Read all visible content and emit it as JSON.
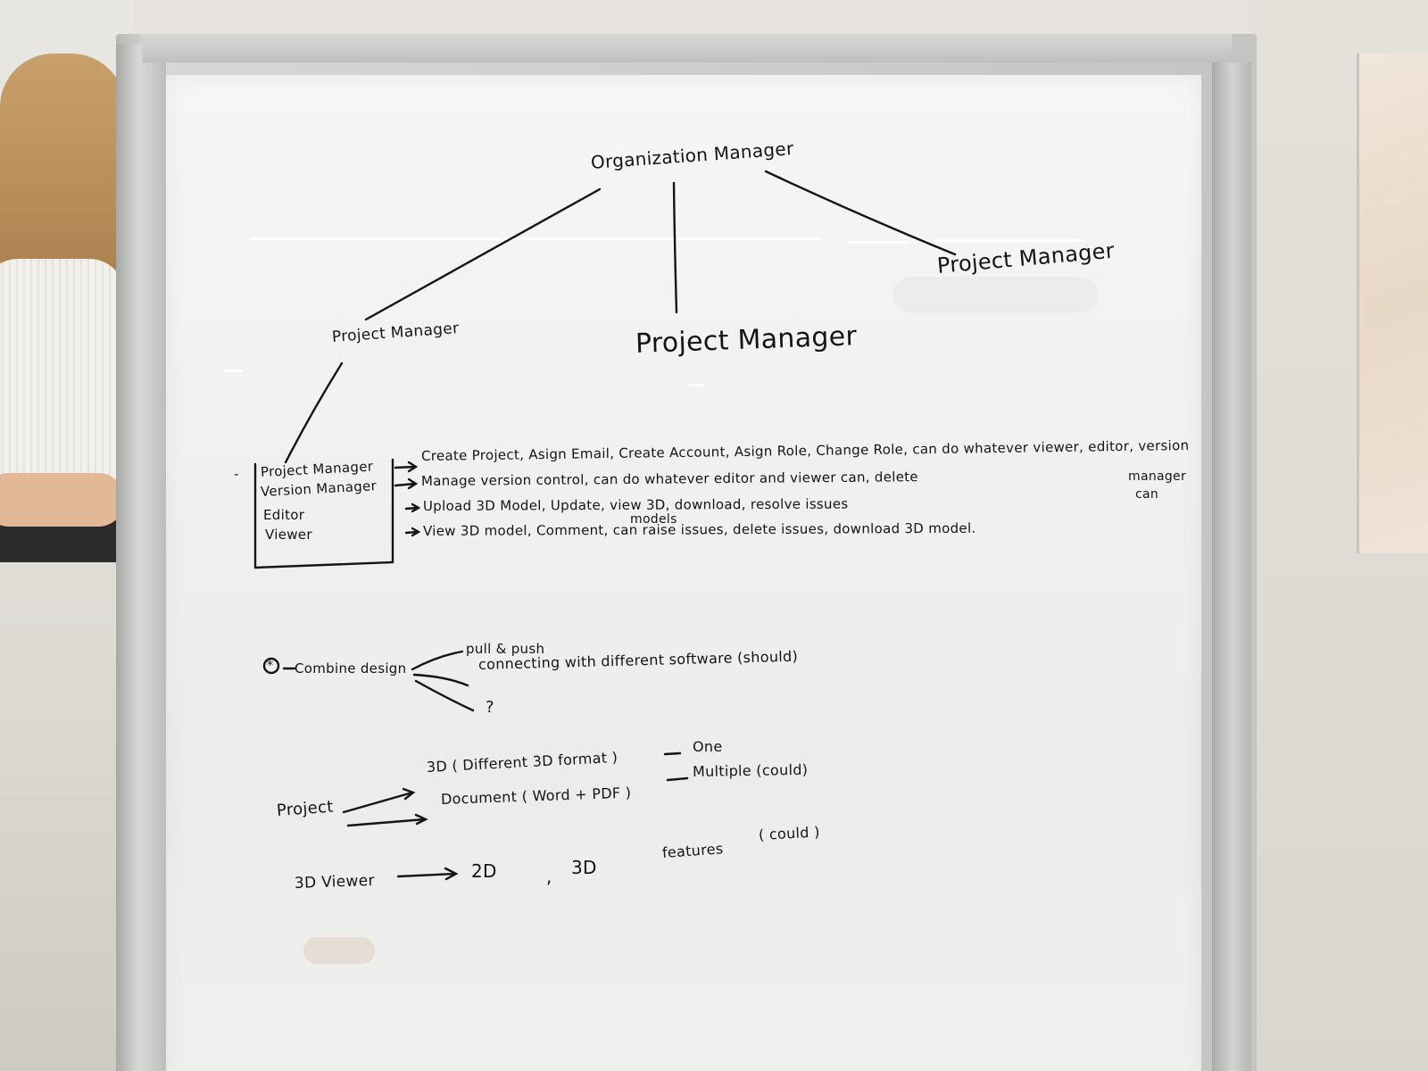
{
  "whiteboard": {
    "hierarchy": {
      "root": "Organization Manager",
      "children": [
        "Project Manager",
        "Project Manager",
        "Project Manager"
      ]
    },
    "roles": {
      "items": [
        "Project Manager",
        "Version Manager",
        "Editor",
        "Viewer"
      ],
      "dash": "-",
      "descriptions": {
        "project_manager": "Create Project, Asign Email, Create Account, Asign Role, Change Role, can do whatever viewer, editor, version",
        "project_manager_cont1": "manager",
        "project_manager_cont2": "can",
        "version_manager": "Manage version control, can do whatever editor and viewer can, delete",
        "editor": "Upload 3D Model, Update, view 3D, download, resolve issues",
        "viewer": "View 3D model, Comment, can raise issues, delete issues, download 3D model.",
        "viewer_insert": "models"
      }
    },
    "combine": {
      "marker": "*",
      "label": "Combine design",
      "branches": [
        "pull & push",
        "connecting with different software (should)",
        "?"
      ]
    },
    "project": {
      "label": "Project",
      "branches": [
        {
          "item": "3D ( Different 3D format )",
          "count": "One"
        },
        {
          "item": "Document ( Word + PDF )",
          "count": "Multiple (could)"
        }
      ]
    },
    "viewer3d": {
      "label": "3D Viewer",
      "output_2d": "2D",
      "separator": ",",
      "output_3d": "3D",
      "features": "features",
      "priority": "( could )"
    }
  }
}
